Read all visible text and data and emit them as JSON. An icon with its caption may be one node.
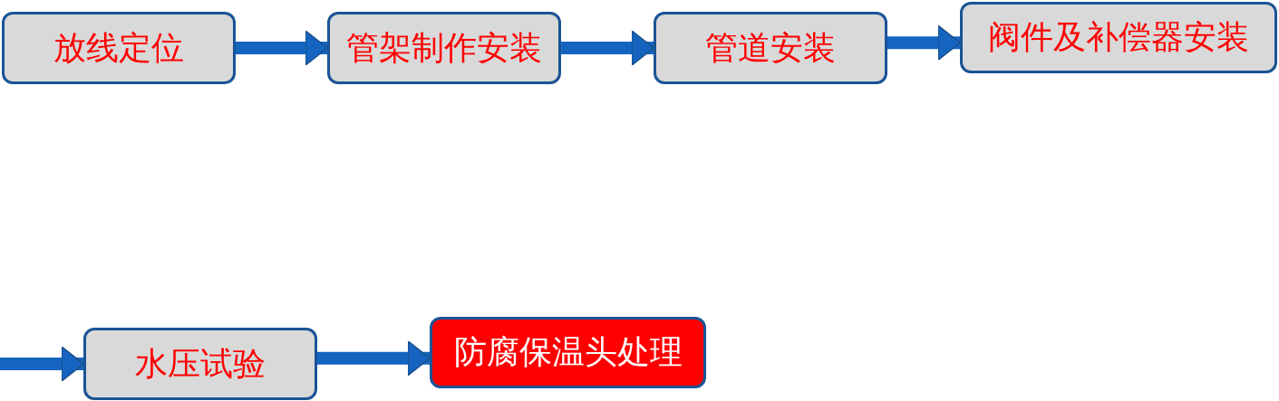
{
  "diagram": {
    "nodes": [
      {
        "text": [
          "放线定位"
        ]
      },
      {
        "text": [
          "管架制作安装"
        ]
      },
      {
        "text": [
          "管道安装"
        ]
      },
      {
        "text": [
          "阀件及补偿器安装"
        ]
      },
      {
        "text": [
          "水压试验"
        ]
      },
      {
        "text": [
          "防腐保温头处理"
        ]
      }
    ],
    "edges": [
      {
        "from": 0,
        "to": 1,
        "arrow": "to"
      },
      {
        "from": 1,
        "to": 2,
        "arrow": "to"
      },
      {
        "from": 2,
        "to": 3,
        "arrow": "to"
      },
      {
        "from": null,
        "to": 4,
        "arrow": "to"
      },
      {
        "from": 4,
        "to": 5,
        "arrow": "to"
      }
    ]
  }
}
